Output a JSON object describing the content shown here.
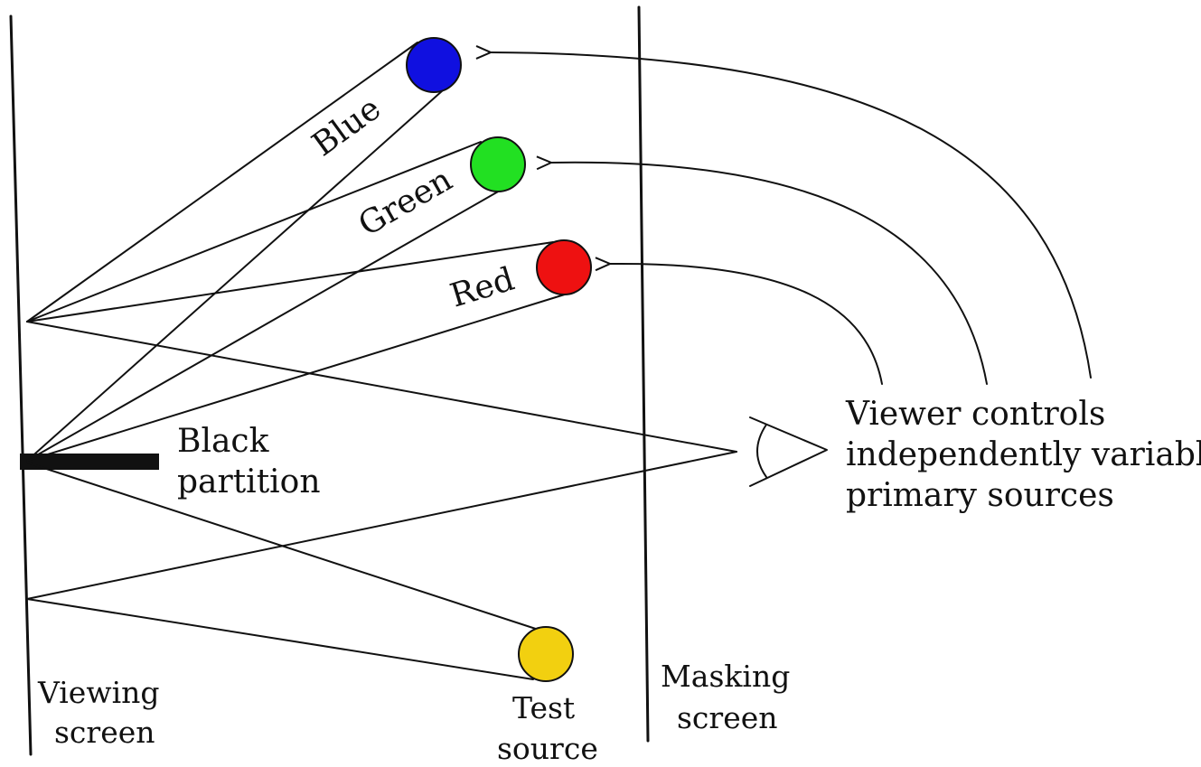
{
  "labels": {
    "blue": "Blue",
    "green": "Green",
    "red": "Red",
    "black_partition_line1": "Black",
    "black_partition_line2": "partition",
    "viewer_line1": "Viewer controls",
    "viewer_line2": "independently variable",
    "viewer_line3": "primary sources",
    "viewing_screen_line1": "Viewing",
    "viewing_screen_line2": "screen",
    "test_source_line1": "Test",
    "test_source_line2": "source",
    "masking_screen_line1": "Masking",
    "masking_screen_line2": "screen"
  },
  "colors": {
    "blue_source": "#1010e0",
    "green_source": "#22e022",
    "red_source": "#ee1111",
    "test_source": "#f2d010",
    "ink": "#111111"
  }
}
